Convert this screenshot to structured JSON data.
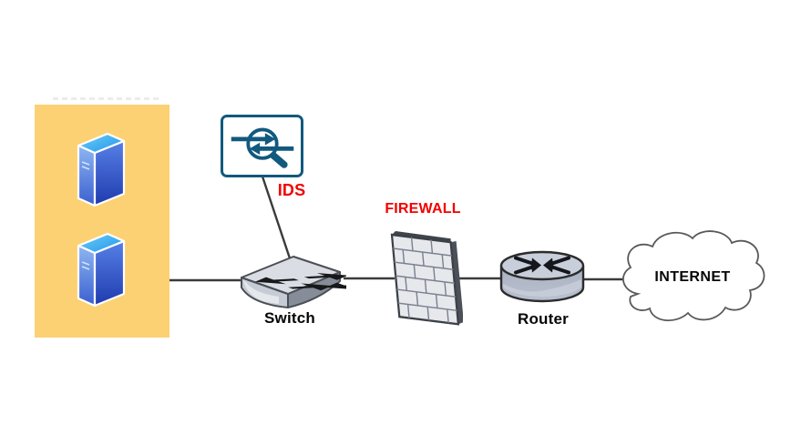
{
  "diagram": {
    "type": "network-topology",
    "labels": {
      "ids": "IDS",
      "switch": "Switch",
      "firewall": "FIREWALL",
      "router": "Router",
      "internet": "INTERNET"
    },
    "colors": {
      "alert_label": "#f20000",
      "node_label": "#060606",
      "lan_zone_fill": "#fbd173",
      "ids_icon_stroke": "#11597e",
      "connector_line": "#3b3b3b",
      "canvas_background": "#ffffff"
    },
    "nodes": [
      {
        "id": "lan-zone",
        "kind": "zone",
        "server_count": 2
      },
      {
        "id": "server-1",
        "kind": "server"
      },
      {
        "id": "server-2",
        "kind": "server"
      },
      {
        "id": "ids",
        "kind": "ids-sensor",
        "label": "IDS"
      },
      {
        "id": "switch",
        "kind": "switch",
        "label": "Switch"
      },
      {
        "id": "firewall",
        "kind": "firewall",
        "label": "FIREWALL"
      },
      {
        "id": "router",
        "kind": "router",
        "label": "Router"
      },
      {
        "id": "internet",
        "kind": "cloud",
        "label": "INTERNET"
      }
    ],
    "edges": [
      {
        "from": "lan-zone",
        "to": "switch"
      },
      {
        "from": "ids",
        "to": "switch"
      },
      {
        "from": "switch",
        "to": "firewall"
      },
      {
        "from": "firewall",
        "to": "router"
      },
      {
        "from": "router",
        "to": "internet"
      }
    ]
  }
}
